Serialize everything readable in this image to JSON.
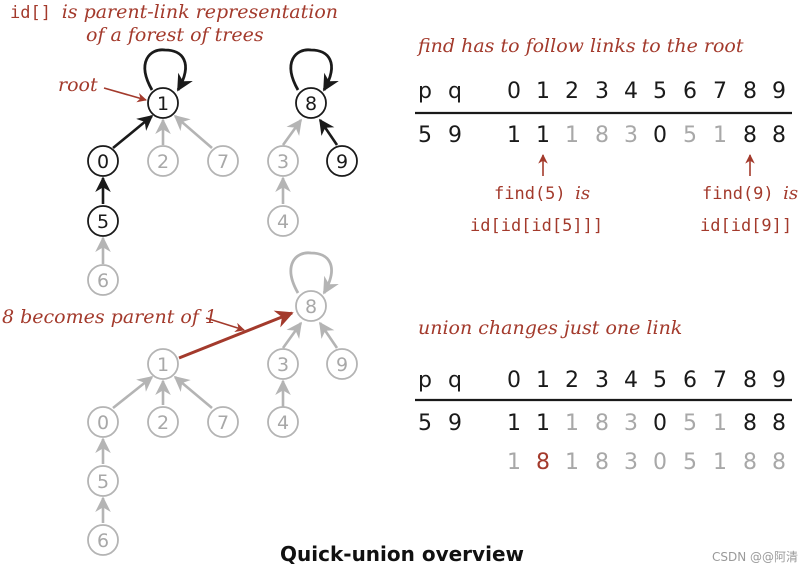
{
  "annotations": {
    "id_code": "id[]",
    "id_line1_rest": "is parent-link representation",
    "id_line2": "of a forest of trees",
    "root_label": "root",
    "becomes_parent": "8 becomes parent of 1",
    "find_header": "find has to follow links to the root",
    "union_header": "union changes just one link",
    "find5_code": "find(5)",
    "find9_code": "find(9)",
    "is_word": "is",
    "find5_expr": "id[id[id[5]]]",
    "find9_expr": "id[id[9]]",
    "caption": "Quick-union overview",
    "watermark": "CSDN @@阿清"
  },
  "colors": {
    "accent": "#a33a2c",
    "dark": "#1a1a1a",
    "gray": "#b4b4b4",
    "gray_text": "#a8a8a8"
  },
  "tables": {
    "headers": [
      "p",
      "q",
      "0",
      "1",
      "2",
      "3",
      "4",
      "5",
      "6",
      "7",
      "8",
      "9"
    ],
    "find_row": {
      "p": "5",
      "q": "9",
      "cells": [
        {
          "v": "1",
          "c": "dark"
        },
        {
          "v": "1",
          "c": "dark"
        },
        {
          "v": "1",
          "c": "gray"
        },
        {
          "v": "8",
          "c": "gray"
        },
        {
          "v": "3",
          "c": "gray"
        },
        {
          "v": "0",
          "c": "dark"
        },
        {
          "v": "5",
          "c": "gray"
        },
        {
          "v": "1",
          "c": "gray"
        },
        {
          "v": "8",
          "c": "dark"
        },
        {
          "v": "8",
          "c": "dark"
        }
      ]
    },
    "union_row1": {
      "p": "5",
      "q": "9",
      "cells": [
        {
          "v": "1",
          "c": "dark"
        },
        {
          "v": "1",
          "c": "dark"
        },
        {
          "v": "1",
          "c": "gray"
        },
        {
          "v": "8",
          "c": "gray"
        },
        {
          "v": "3",
          "c": "gray"
        },
        {
          "v": "0",
          "c": "dark"
        },
        {
          "v": "5",
          "c": "gray"
        },
        {
          "v": "1",
          "c": "gray"
        },
        {
          "v": "8",
          "c": "dark"
        },
        {
          "v": "8",
          "c": "dark"
        }
      ]
    },
    "union_row2": {
      "cells": [
        {
          "v": "1",
          "c": "gray"
        },
        {
          "v": "8",
          "c": "accent"
        },
        {
          "v": "1",
          "c": "gray"
        },
        {
          "v": "8",
          "c": "gray"
        },
        {
          "v": "3",
          "c": "gray"
        },
        {
          "v": "0",
          "c": "gray"
        },
        {
          "v": "5",
          "c": "gray"
        },
        {
          "v": "1",
          "c": "gray"
        },
        {
          "v": "8",
          "c": "gray"
        },
        {
          "v": "8",
          "c": "gray"
        }
      ]
    }
  },
  "forest_top": {
    "nodes": [
      {
        "label": "1",
        "style": "dark"
      },
      {
        "label": "0",
        "style": "dark"
      },
      {
        "label": "2",
        "style": "gray"
      },
      {
        "label": "7",
        "style": "gray"
      },
      {
        "label": "5",
        "style": "dark"
      },
      {
        "label": "6",
        "style": "gray"
      },
      {
        "label": "8",
        "style": "dark"
      },
      {
        "label": "3",
        "style": "gray"
      },
      {
        "label": "9",
        "style": "dark"
      },
      {
        "label": "4",
        "style": "gray"
      }
    ]
  },
  "forest_bottom": {
    "nodes": [
      {
        "label": "8",
        "style": "gray"
      },
      {
        "label": "1",
        "style": "gray"
      },
      {
        "label": "3",
        "style": "gray"
      },
      {
        "label": "9",
        "style": "gray"
      },
      {
        "label": "0",
        "style": "gray"
      },
      {
        "label": "2",
        "style": "gray"
      },
      {
        "label": "7",
        "style": "gray"
      },
      {
        "label": "4",
        "style": "gray"
      },
      {
        "label": "5",
        "style": "gray"
      },
      {
        "label": "6",
        "style": "gray"
      }
    ]
  }
}
